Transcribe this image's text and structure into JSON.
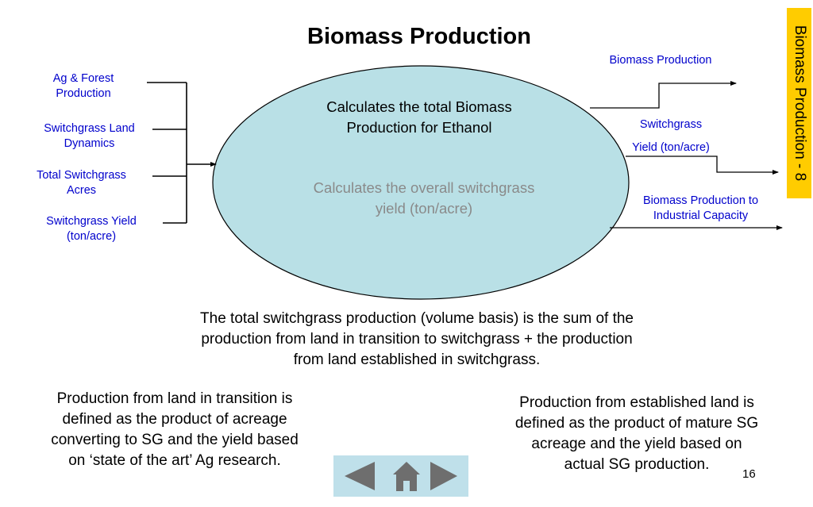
{
  "title": "Biomass Production",
  "inputs": [
    "Ag & Forest Production",
    "Switchgrass Land Dynamics",
    "Total Switchgrass Acres",
    "Switchgrass Yield (ton/acre)"
  ],
  "inputs_lines": {
    "ag": [
      "Ag & Forest",
      "Production"
    ],
    "land": [
      "Switchgrass Land",
      "Dynamics"
    ],
    "acres": [
      "Total Switchgrass",
      "Acres"
    ],
    "yield": [
      "Switchgrass Yield",
      "(ton/acre)"
    ]
  },
  "outputs": {
    "biomass": "Biomass Production",
    "yield_1": "Switchgrass",
    "yield_2": "Yield (ton/acre)",
    "capacity_1": "Biomass Production to",
    "capacity_2": "Industrial Capacity"
  },
  "oval": {
    "line1a": "Calculates the total Biomass",
    "line1b": "Production for Ethanol",
    "line2a": "Calculates the overall switchgrass",
    "line2b": "yield (ton/acre)"
  },
  "paragraphs": {
    "main": [
      "The total switchgrass production (volume basis) is the sum of the",
      "production from land in transition to switchgrass + the production",
      "from land established in switchgrass."
    ],
    "left": [
      "Production from land in transition is",
      "defined as the product of acreage",
      "converting to SG and the yield based",
      "on ‘state of the art’ Ag research."
    ],
    "right": [
      "Production from established land is",
      "defined as the product of mature SG",
      "acreage and the yield based on",
      "actual SG production."
    ]
  },
  "side_tab": "Biomass Production - 8",
  "page_number": "16",
  "nav_icons": [
    "back-arrow-icon",
    "home-icon",
    "forward-arrow-icon"
  ],
  "colors": {
    "oval_fill": "#b9e0e6",
    "label_blue": "#0000cc",
    "tab_yellow": "#ffcc00",
    "nav_bg": "#bfe0ea",
    "nav_icon": "#6e6e6e",
    "muted_text": "#8a8a8a"
  }
}
